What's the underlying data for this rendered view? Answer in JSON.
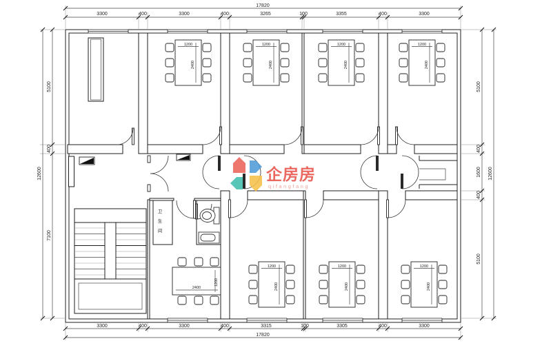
{
  "dimensions": {
    "top": {
      "total": "17820",
      "segments": [
        "3300",
        "400",
        "3300",
        "400",
        "3265",
        "100",
        "3355",
        "400",
        "3300"
      ]
    },
    "bottom": {
      "total": "17820",
      "segments": [
        "3300",
        "400",
        "3300",
        "400",
        "3315",
        "100",
        "3305",
        "400",
        "3300"
      ]
    },
    "left": {
      "total": "12600",
      "segments": [
        "5100",
        "400",
        "7100"
      ]
    },
    "right": {
      "total": "12600",
      "segments": [
        "5100",
        "400",
        "1600",
        "400",
        "5100"
      ]
    }
  },
  "furniture": {
    "table_width": "1200",
    "table_length": "2400"
  },
  "rooms": {
    "washroom_chars": [
      "卫",
      "生",
      "间"
    ]
  },
  "watermark": {
    "brand": "企房房",
    "subtext": "qifangfang",
    "brand_color": "#e8544b",
    "logo_colors": {
      "red": "#ec655a",
      "blue": "#4f9bd8",
      "teal": "#42bfae",
      "yellow": "#f6c14b"
    }
  }
}
